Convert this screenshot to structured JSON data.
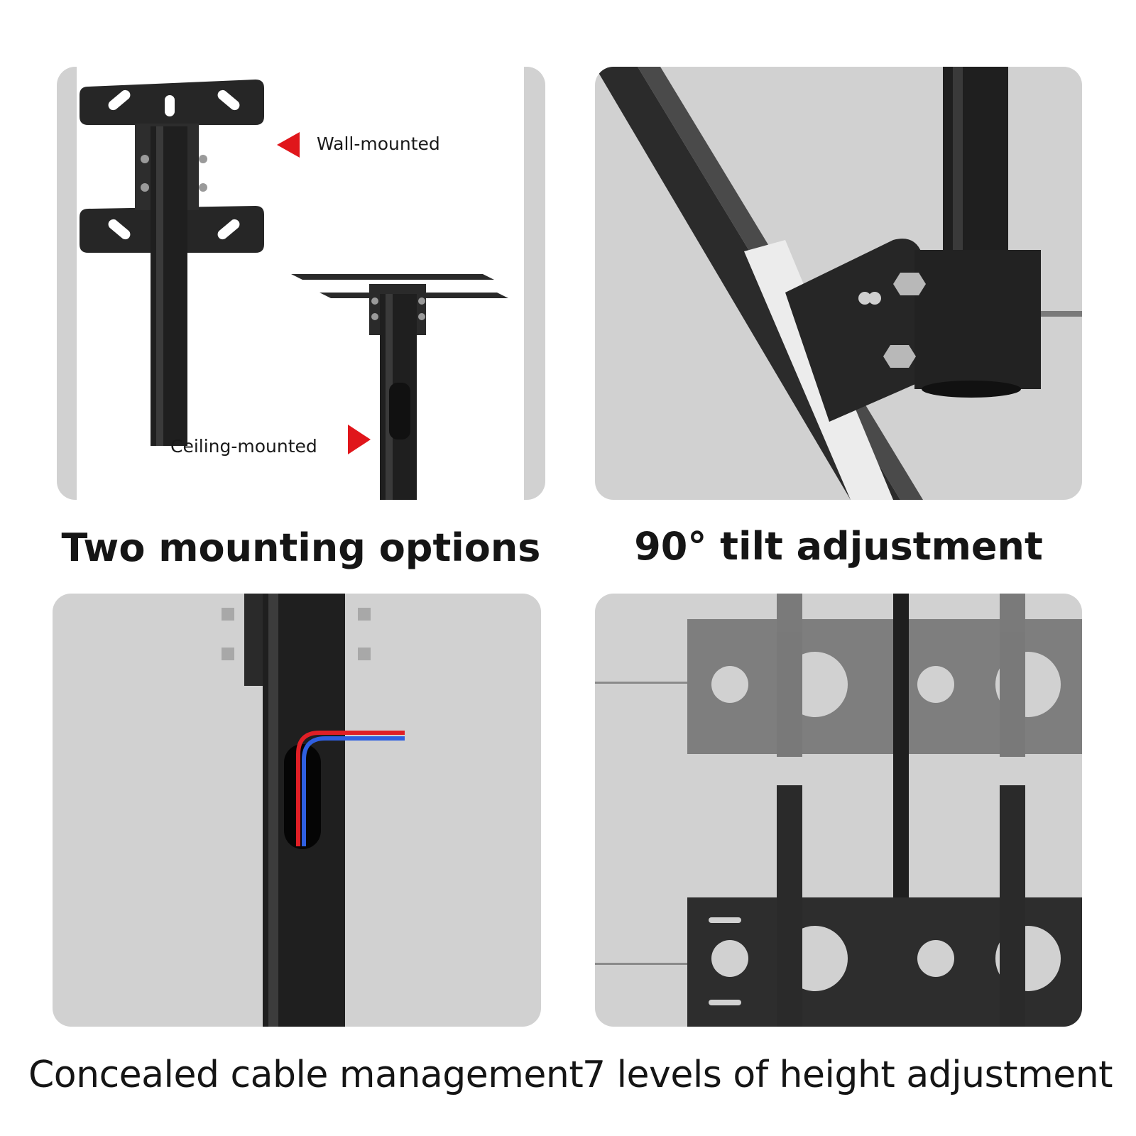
{
  "panels": [
    {
      "caption": "Two mounting options"
    },
    {
      "caption": "90° tilt adjustment"
    },
    {
      "caption": "Concealed cable management"
    },
    {
      "caption": "7 levels of height adjustment"
    }
  ],
  "callouts": {
    "wall": "Wall-mounted",
    "ceiling": "Ceiling-mounted"
  },
  "colors": {
    "panel_bg": "#d1d1d1",
    "metal": "#262626",
    "arrow_red": "#e0161b",
    "cable_red": "#e01f26",
    "cable_blue": "#2f5fe0"
  }
}
